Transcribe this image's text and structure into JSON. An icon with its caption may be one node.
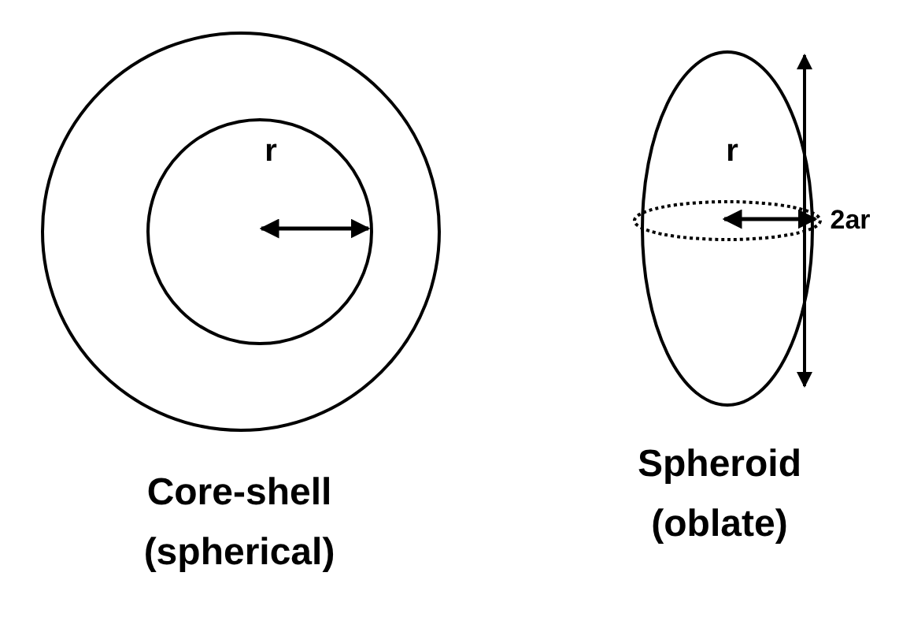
{
  "diagram": {
    "labels": [
      "r",
      "r",
      "2ar",
      "Core-shell (spherical)",
      "Spheroid (oblate)"
    ]
  }
}
